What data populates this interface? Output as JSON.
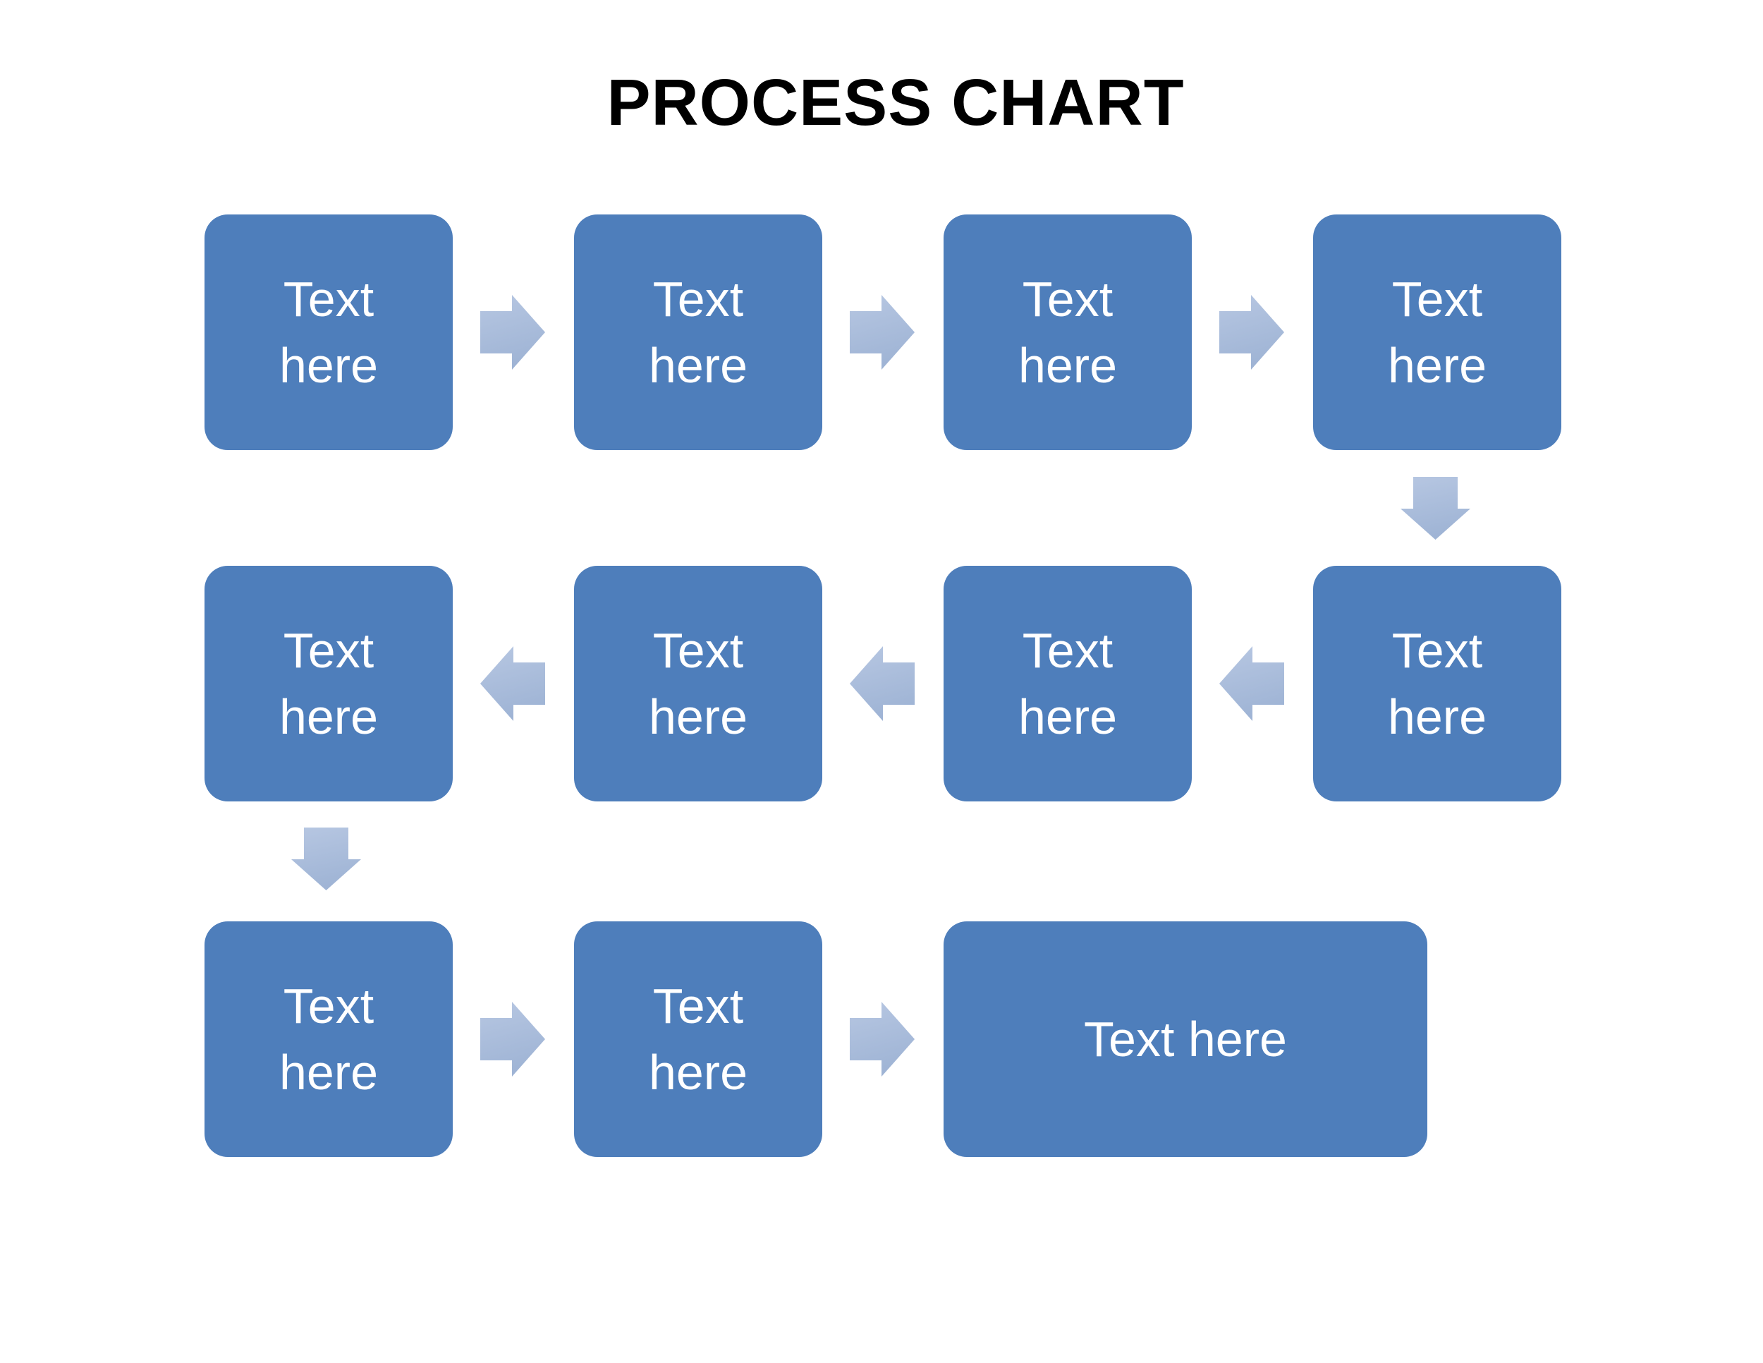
{
  "title": "PROCESS CHART",
  "colors": {
    "background": "#ffffff",
    "title_text": "#000000",
    "box_fill": "#4e7ebb",
    "box_text": "#ffffff",
    "arrow_light": "#b7c7e2",
    "arrow_dark": "#9fb4d5"
  },
  "nodes": [
    {
      "id": "step-1",
      "label": "Text here"
    },
    {
      "id": "step-2",
      "label": "Text here"
    },
    {
      "id": "step-3",
      "label": "Text here"
    },
    {
      "id": "step-4",
      "label": "Text here"
    },
    {
      "id": "step-5",
      "label": "Text here"
    },
    {
      "id": "step-6",
      "label": "Text here"
    },
    {
      "id": "step-7",
      "label": "Text here"
    },
    {
      "id": "step-8",
      "label": "Text here"
    },
    {
      "id": "step-9",
      "label": "Text here"
    },
    {
      "id": "step-10",
      "label": "Text here"
    },
    {
      "id": "step-11",
      "label": "Text here"
    }
  ],
  "connectors": [
    {
      "from": "step-1",
      "to": "step-2",
      "direction": "right"
    },
    {
      "from": "step-2",
      "to": "step-3",
      "direction": "right"
    },
    {
      "from": "step-3",
      "to": "step-4",
      "direction": "right"
    },
    {
      "from": "step-4",
      "to": "step-5",
      "direction": "down"
    },
    {
      "from": "step-5",
      "to": "step-6",
      "direction": "left"
    },
    {
      "from": "step-6",
      "to": "step-7",
      "direction": "left"
    },
    {
      "from": "step-7",
      "to": "step-8",
      "direction": "left"
    },
    {
      "from": "step-8",
      "to": "step-9",
      "direction": "down"
    },
    {
      "from": "step-9",
      "to": "step-10",
      "direction": "right"
    },
    {
      "from": "step-10",
      "to": "step-11",
      "direction": "right"
    }
  ]
}
